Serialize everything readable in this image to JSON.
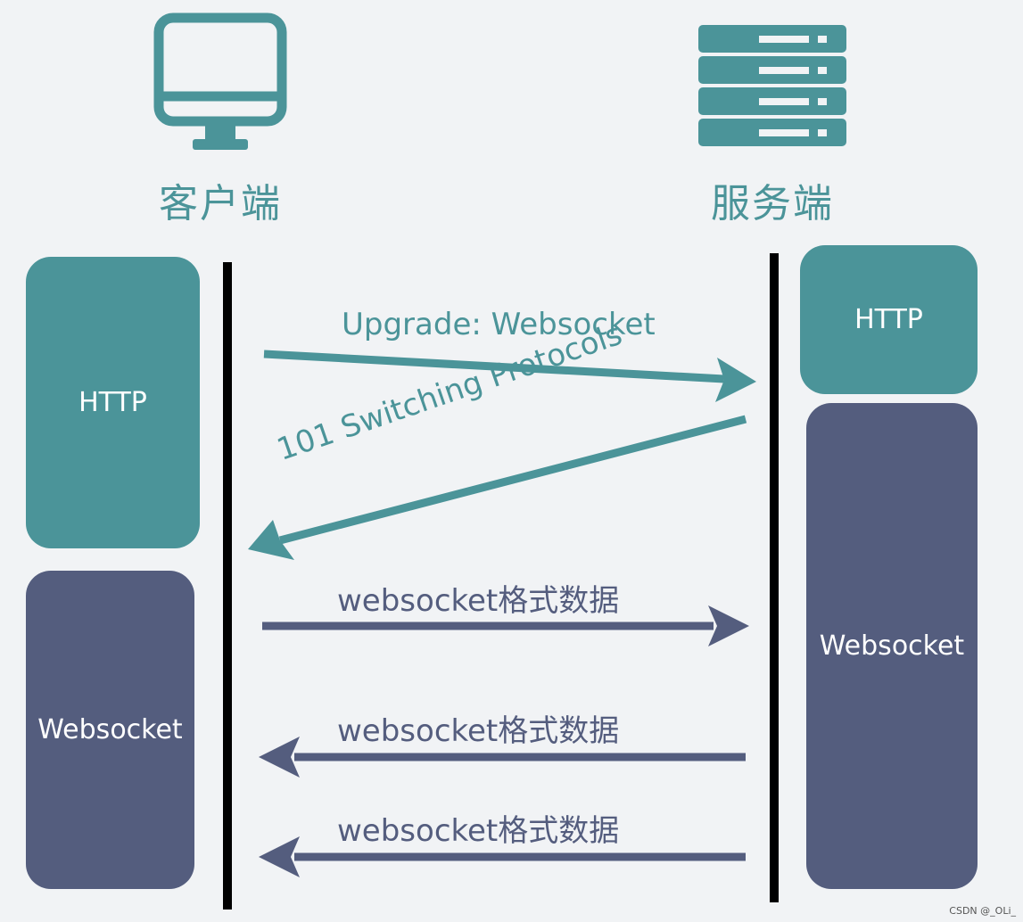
{
  "colors": {
    "teal": "#4b9499",
    "navy": "#545d7e",
    "background": "#f1f3f5",
    "lifeline": "#000000"
  },
  "client": {
    "icon": "monitor-icon",
    "label": "客户端",
    "http_block": "HTTP",
    "websocket_block": "Websocket"
  },
  "server": {
    "icon": "server-rack-icon",
    "label": "服务端",
    "http_block": "HTTP",
    "websocket_block": "Websocket"
  },
  "messages": [
    {
      "text": "Upgrade: Websocket",
      "direction": "client-to-server",
      "color": "teal"
    },
    {
      "text": "101 Switching Protocols",
      "direction": "server-to-client",
      "color": "teal"
    },
    {
      "text": "websocket格式数据",
      "direction": "client-to-server",
      "color": "navy"
    },
    {
      "text": "websocket格式数据",
      "direction": "server-to-client",
      "color": "navy"
    },
    {
      "text": "websocket格式数据",
      "direction": "server-to-client",
      "color": "navy"
    }
  ],
  "watermark": "CSDN @_OLi_"
}
